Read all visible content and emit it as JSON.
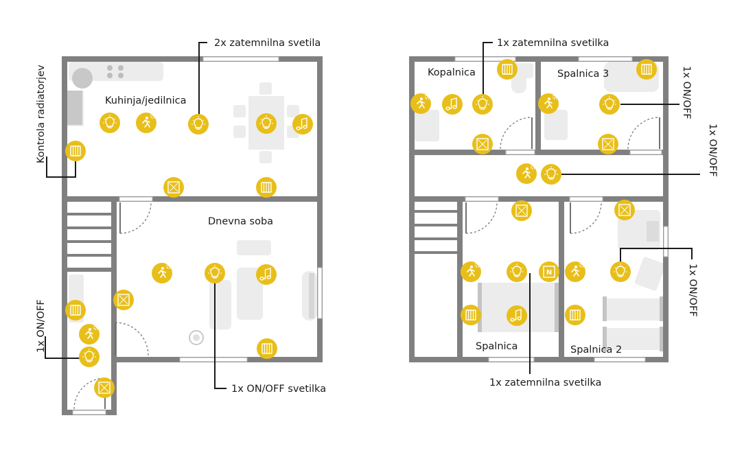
{
  "accent_color": "#e8bf1a",
  "wall_color": "#808080",
  "furniture_color": "#ececec",
  "rooms": {
    "kuhinja": "Kuhinja/jedilnica",
    "dnevna": "Dnevna soba",
    "kopalnica": "Kopalnica",
    "spalnica3": "Spalnica 3",
    "spalnica": "Spalnica",
    "spalnica2": "Spalnica 2"
  },
  "callouts": {
    "c1": "2x zatemnilna svetila",
    "c2": "Kontrola radiatorjev",
    "c3": "1x ON/OFF",
    "c4": "1x ON/OFF svetilka",
    "c5": "1x zatemnilna svetilka",
    "c6": "1x ON/OFF",
    "c7": "1x ON/OFF",
    "c8": "1x zatemnilna svetilka",
    "c9": "1x ON/OFF"
  },
  "icon_glyphs": {
    "dimmer": "N"
  }
}
